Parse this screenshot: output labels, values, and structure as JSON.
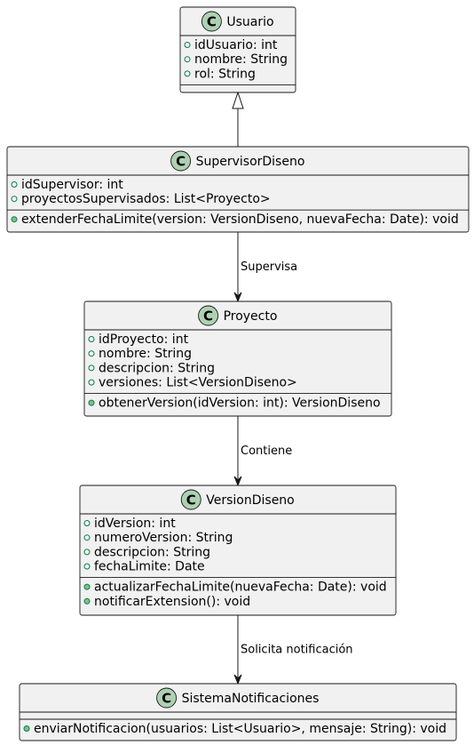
{
  "classes": [
    {
      "name": "Usuario",
      "stereotype": "C",
      "attributes": [
        "+idUsuario: int",
        "+nombre: String",
        "+rol: String"
      ],
      "operations": []
    },
    {
      "name": "SupervisorDiseno",
      "stereotype": "C",
      "attributes": [
        "+idSupervisor: int",
        "+proyectosSupervisados: List<Proyecto>"
      ],
      "operations": [
        "+extenderFechaLimite(version: VersionDiseno, nuevaFecha: Date): void"
      ]
    },
    {
      "name": "Proyecto",
      "stereotype": "C",
      "attributes": [
        "+idProyecto: int",
        "+nombre: String",
        "+descripcion: String",
        "+versiones: List<VersionDiseno>"
      ],
      "operations": [
        "+obtenerVersion(idVersion: int): VersionDiseno"
      ]
    },
    {
      "name": "VersionDiseno",
      "stereotype": "C",
      "attributes": [
        "+idVersion: int",
        "+numeroVersion: String",
        "+descripcion: String",
        "+fechaLimite: Date"
      ],
      "operations": [
        "+actualizarFechaLimite(nuevaFecha: Date): void",
        "+notificarExtension(): void"
      ]
    },
    {
      "name": "SistemaNotificaciones",
      "stereotype": "C",
      "attributes": [],
      "operations": [
        "+enviarNotificacion(usuarios: List<Usuario>, mensaje: String): void"
      ]
    }
  ],
  "relations": [
    {
      "from": "SupervisorDiseno",
      "to": "Usuario",
      "kind": "inheritance",
      "label": ""
    },
    {
      "from": "SupervisorDiseno",
      "to": "Proyecto",
      "kind": "association",
      "label": "Supervisa"
    },
    {
      "from": "Proyecto",
      "to": "VersionDiseno",
      "kind": "association",
      "label": "Contiene"
    },
    {
      "from": "VersionDiseno",
      "to": "SistemaNotificaciones",
      "kind": "association",
      "label": "Solicita notificación"
    }
  ]
}
